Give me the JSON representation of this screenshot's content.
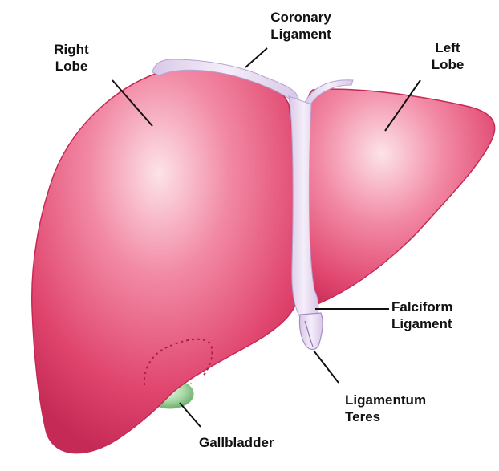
{
  "labels": {
    "right_lobe": [
      "Right",
      "Lobe"
    ],
    "coronary_ligament": [
      "Coronary",
      "Ligament"
    ],
    "left_lobe": [
      "Left",
      "Lobe"
    ],
    "falciform_ligament": [
      "Falciform",
      "Ligament"
    ],
    "ligamentum_teres": [
      "Ligamentum",
      "Teres"
    ],
    "gallbladder": [
      "Gallbladder"
    ]
  },
  "colors": {
    "liver_base": "#e0456e",
    "liver_highlight": "#fbd6de",
    "liver_edge": "#c42a55",
    "ligament": "#e4d6ee",
    "ligament_edge": "#b8a2d0",
    "gallbladder": "#9fd2a0",
    "gallbladder_outline": "#c93455",
    "leader_line": "#111111"
  }
}
